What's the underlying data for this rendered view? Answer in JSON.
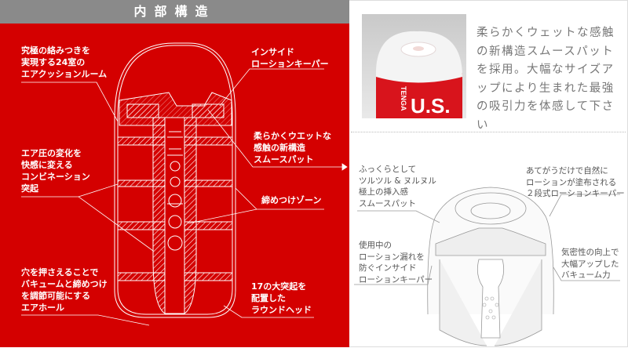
{
  "header": {
    "title": "内部構造"
  },
  "left_labels": [
    "究極の絡みつきを\n実現する24室の\nエアクッションルーム",
    "インサイド\nローションキーパー",
    "柔らかくウエットな\n感触の新構造\nスムースパット",
    "エア圧の変化を\n快感に変える\nコンビネーション\n突起",
    "締めつけゾーン",
    "穴を押さえることで\nバキュームと締めつけ\nを調節可能にする\nエアホール",
    "17の大突起を\n配置した\nラウンドヘッド"
  ],
  "product": {
    "brand_text": "TENGA",
    "model_text": "U.S."
  },
  "intro": "柔らかくウェットな感触の新構造スムースパットを採用。大幅なサイズアップにより生まれた最強の吸引力を体感して下さい",
  "right_labels": [
    "ふっくらとして\nツルツル & ヌルヌル\n極上の挿入感\nスムースパット",
    "あてがうだけで自然に\nローションが塗布される\n２段式ローションキーパー",
    "使用中の\nローション漏れを\n防ぐインサイド\nローションキーパー",
    "気密性の向上で\n大幅アップした\nバキューム力"
  ],
  "colors": {
    "red": "#d40000",
    "header_gray": "#8a8a8a",
    "text_gray": "#777777"
  }
}
